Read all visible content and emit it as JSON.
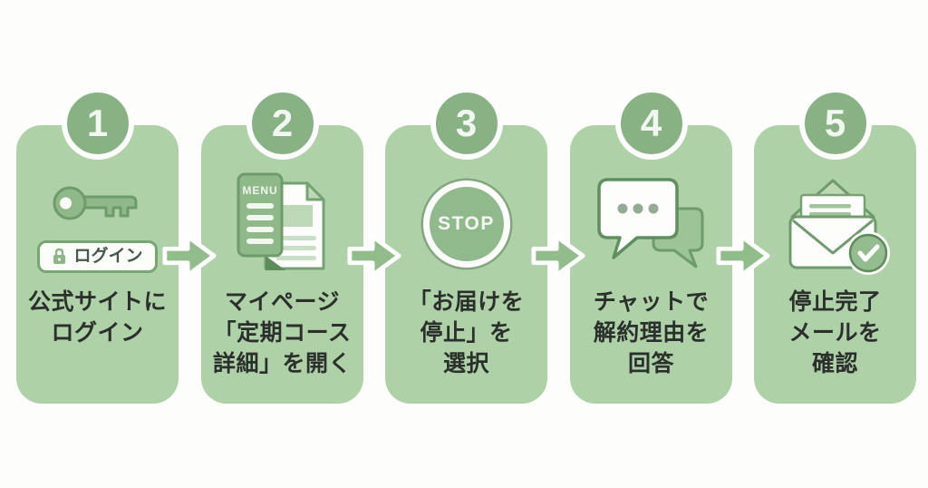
{
  "title": "subscription-cancellation-steps",
  "colors": {
    "card_bg": "#aed1a7",
    "badge_bg": "#88b284",
    "arrow_green": "#91bd8b",
    "icon_green": "#8fb989",
    "icon_outline": "#6e9b6b",
    "text_dark": "#2c302d",
    "white": "#ffffff"
  },
  "steps": [
    {
      "number": "1",
      "icon": "key-icon",
      "button_label": "ログイン",
      "label_lines": [
        "公式サイトに",
        "ログイン"
      ]
    },
    {
      "number": "2",
      "icon": "menu-document-icon",
      "menu_title": "MENU",
      "label_lines": [
        "マイページ",
        "「定期コース",
        "詳細」を開く"
      ]
    },
    {
      "number": "3",
      "icon": "stop-icon",
      "stop_label": "STOP",
      "label_lines": [
        "「お届けを",
        "停止」を",
        "選択"
      ]
    },
    {
      "number": "4",
      "icon": "chat-bubbles-icon",
      "label_lines": [
        "チャットで",
        "解約理由を",
        "回答"
      ]
    },
    {
      "number": "5",
      "icon": "mail-check-icon",
      "label_lines": [
        "停止完了",
        "メールを",
        "確認"
      ]
    }
  ]
}
